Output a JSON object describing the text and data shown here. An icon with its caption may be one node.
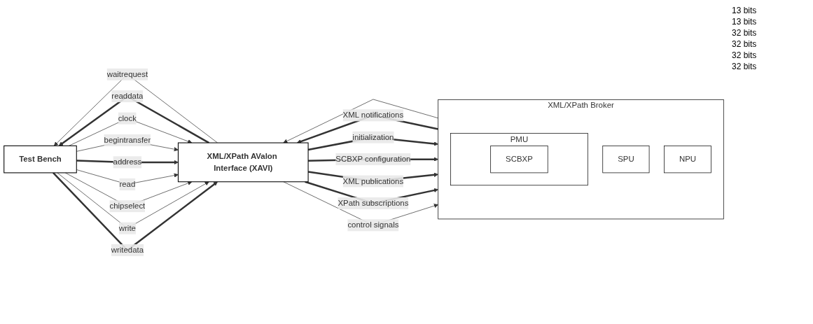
{
  "diagram": {
    "nodes": [
      {
        "text": [
          "Test Bench"
        ]
      },
      {
        "text": [
          "XML/XPath AValon Interface (XAVI)"
        ]
      },
      {
        "text": [
          "XML/XPath Broker"
        ]
      },
      {
        "text": [
          "PMU"
        ],
        "in": 2
      },
      {
        "text": [
          "SCBXP"
        ],
        "in": 3
      },
      {
        "text": [
          "SPU"
        ],
        "in": 2
      },
      {
        "text": [
          "NPU"
        ],
        "in": 2
      }
    ],
    "edges": [
      {
        "from": 0,
        "to": 1,
        "arrow": "to",
        "label": "clock"
      },
      {
        "from": 0,
        "to": 1,
        "arrow": "to",
        "label": "begintransfer"
      },
      {
        "from": 0,
        "to": 1,
        "arrow": "to",
        "label": "address",
        "style": "thick"
      },
      {
        "from": 0,
        "to": 1,
        "arrow": "to",
        "label": "read"
      },
      {
        "from": 0,
        "to": 1,
        "arrow": "to",
        "label": "chipselect"
      },
      {
        "from": 0,
        "to": 1,
        "arrow": "to",
        "label": "write"
      },
      {
        "from": 0,
        "to": 1,
        "arrow": "to",
        "label": "writedata",
        "style": "thick"
      },
      {
        "from": 1,
        "to": 0,
        "arrow": "to",
        "label": "waitrequest"
      },
      {
        "from": 1,
        "to": 0,
        "arrow": "to",
        "label": "readdata",
        "style": "thick"
      },
      {
        "from": 1,
        "to": 2,
        "arrow": "to",
        "label": "initialization",
        "style": "thick"
      },
      {
        "from": 1,
        "to": 2,
        "arrow": "to",
        "label": "SCBXP configuration",
        "style": "thick"
      },
      {
        "from": 1,
        "to": 2,
        "arrow": "to",
        "label": "XML publications",
        "style": "thick"
      },
      {
        "from": 1,
        "to": 2,
        "arrow": "to",
        "label": "XPath subscriptions",
        "style": "thick"
      },
      {
        "from": 1,
        "to": 2,
        "arrow": "to",
        "label": "control signals"
      },
      {
        "from": 2,
        "to": 1,
        "arrow": "to"
      },
      {
        "from": 2,
        "to": 1,
        "arrow": "to",
        "label": "XML notifications",
        "style": "thick"
      }
    ],
    "labels": [
      "13 bits",
      "13 bits",
      "32 bits",
      "32 bits",
      "32 bits",
      "32 bits"
    ]
  }
}
